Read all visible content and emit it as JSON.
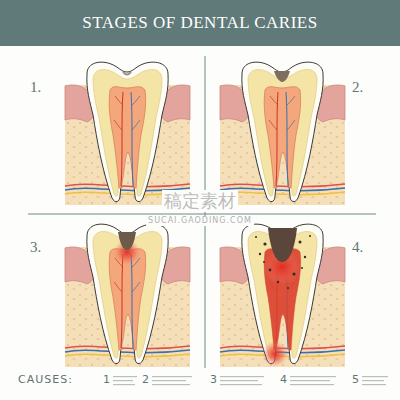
{
  "diagram": {
    "title": "STAGES OF DENTAL CARIES",
    "labels": [
      "1.",
      "2.",
      "3.",
      "4.",
      "稿定素材",
      "SUCAI.GAODING.COM",
      "CAUSES:",
      "1",
      "2",
      "3",
      "4",
      "5"
    ]
  }
}
